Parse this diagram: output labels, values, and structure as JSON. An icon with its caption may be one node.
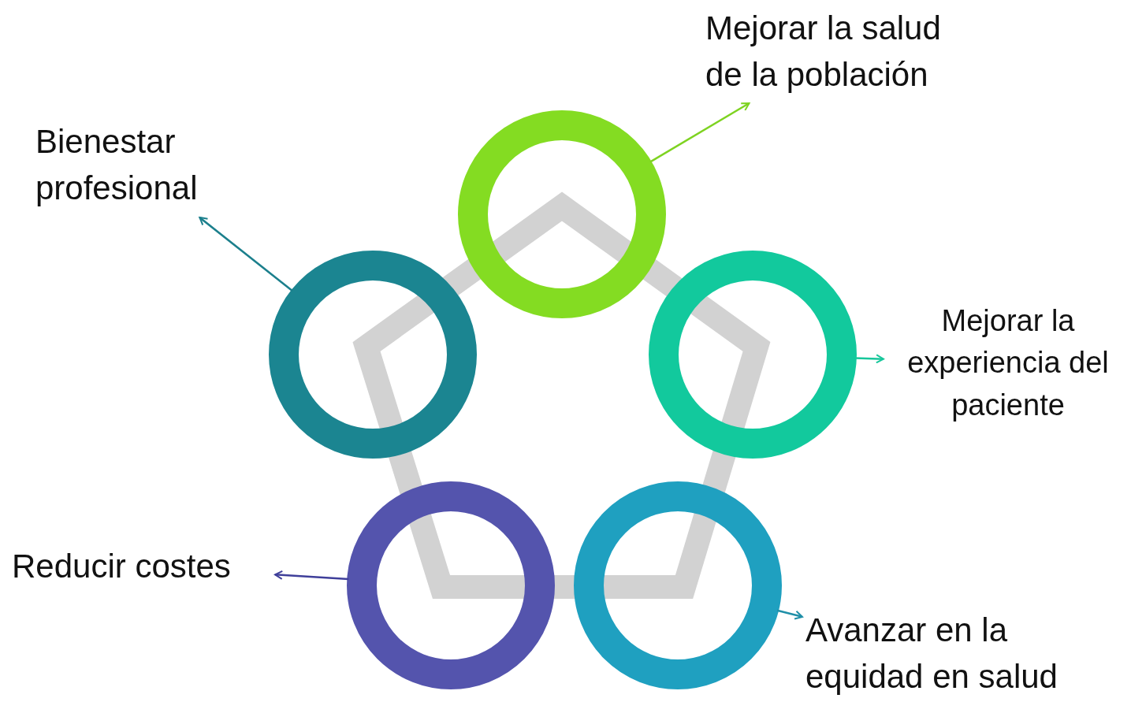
{
  "diagram": {
    "nodes": [
      {
        "text": [
          "Mejorar la salud de la población"
        ]
      },
      {
        "text": [
          "Bienestar profesional"
        ]
      },
      {
        "text": [],
        "shape": "circle"
      },
      {
        "text": [],
        "shape": "circle"
      },
      {
        "text": [],
        "shape": "circle"
      },
      {
        "text": [
          "Mejorar la experiencia del paciente"
        ]
      },
      {
        "text": [],
        "shape": "circle"
      },
      {
        "text": [
          "Reducir costes"
        ]
      },
      {
        "text": [],
        "shape": "circle"
      },
      {
        "text": [
          "Avanzar en la equidad en salud"
        ]
      }
    ],
    "edges": [
      {
        "from": 2,
        "to": 0,
        "arrow": "to",
        "color": "#7ed321"
      },
      {
        "from": 3,
        "to": 1,
        "arrow": "to",
        "color": "#1b7f8c"
      },
      {
        "from": 4,
        "to": 5,
        "arrow": "to",
        "color": "#17c79b"
      },
      {
        "from": 6,
        "to": 7,
        "arrow": "to",
        "color": "#3f3f9a"
      },
      {
        "from": 8,
        "to": 9,
        "arrow": "to",
        "color": "#1f8fa8"
      }
    ]
  }
}
